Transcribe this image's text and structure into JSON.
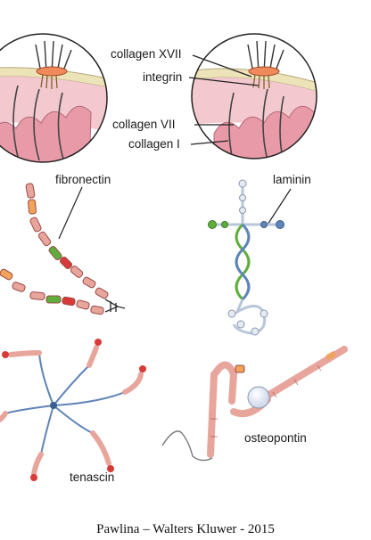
{
  "labels": {
    "collagen_xvii": "collagen XVII",
    "integrin": "integrin",
    "collagen_vii": "collagen VII",
    "collagen_i": "collagen I",
    "fibronectin": "fibronectin",
    "laminin": "laminin",
    "tenascin": "tenascin",
    "osteopontin": "osteopontin"
  },
  "credit": "Pawlina – Walters Kluwer - 2015",
  "colors": {
    "fiber_pink": "#e8a59c",
    "fiber_outline": "#9a4a45",
    "green_domain": "#5fae3c",
    "red_domain": "#d83a3a",
    "orange_domain": "#f0a35a",
    "blue_chain": "#5f84b8",
    "tan_membrane": "#ece3b8",
    "pink_tissue": "#f3c8cf"
  }
}
